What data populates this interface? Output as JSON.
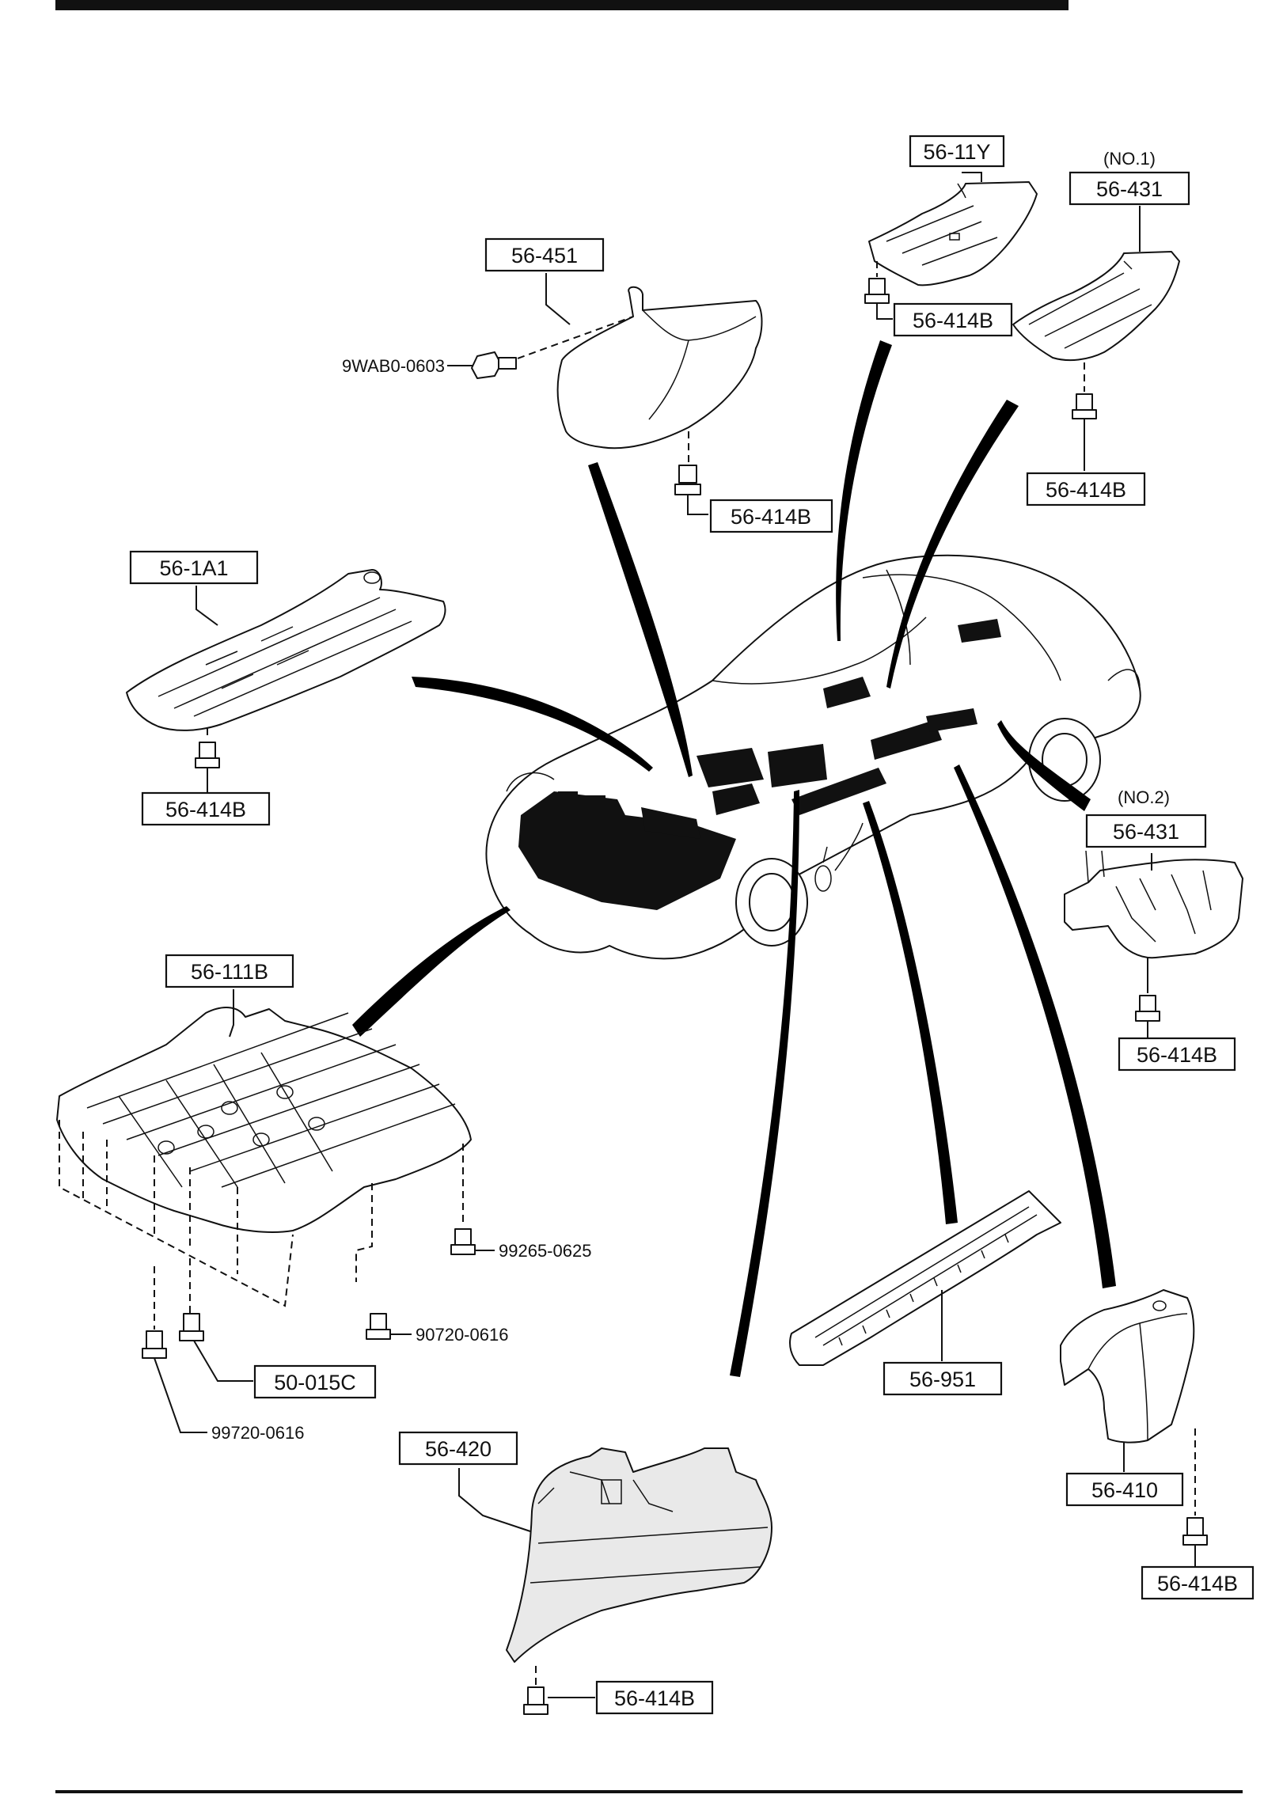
{
  "diagram": {
    "callouts": {
      "c_56_11Y": "56-11Y",
      "c_no1": "(NO.1)",
      "c_56_431_no1": "56-431",
      "c_56_451": "56-451",
      "c_9WAB0": "9WAB0-0603",
      "c_56_414B_a": "56-414B",
      "c_56_414B_b": "56-414B",
      "c_56_414B_c": "56-414B",
      "c_56_1A1": "56-1A1",
      "c_56_414B_d": "56-414B",
      "c_no2": "(NO.2)",
      "c_56_431_no2": "56-431",
      "c_56_414B_e": "56-414B",
      "c_56_111B": "56-111B",
      "c_99265": "99265-0625",
      "c_90720": "90720-0616",
      "c_50_015C": "50-015C",
      "c_99720": "99720-0616",
      "c_56_951": "56-951",
      "c_56_420": "56-420",
      "c_56_414B_f": "56-414B",
      "c_56_410": "56-410",
      "c_56_414B_g": "56-414B"
    }
  }
}
